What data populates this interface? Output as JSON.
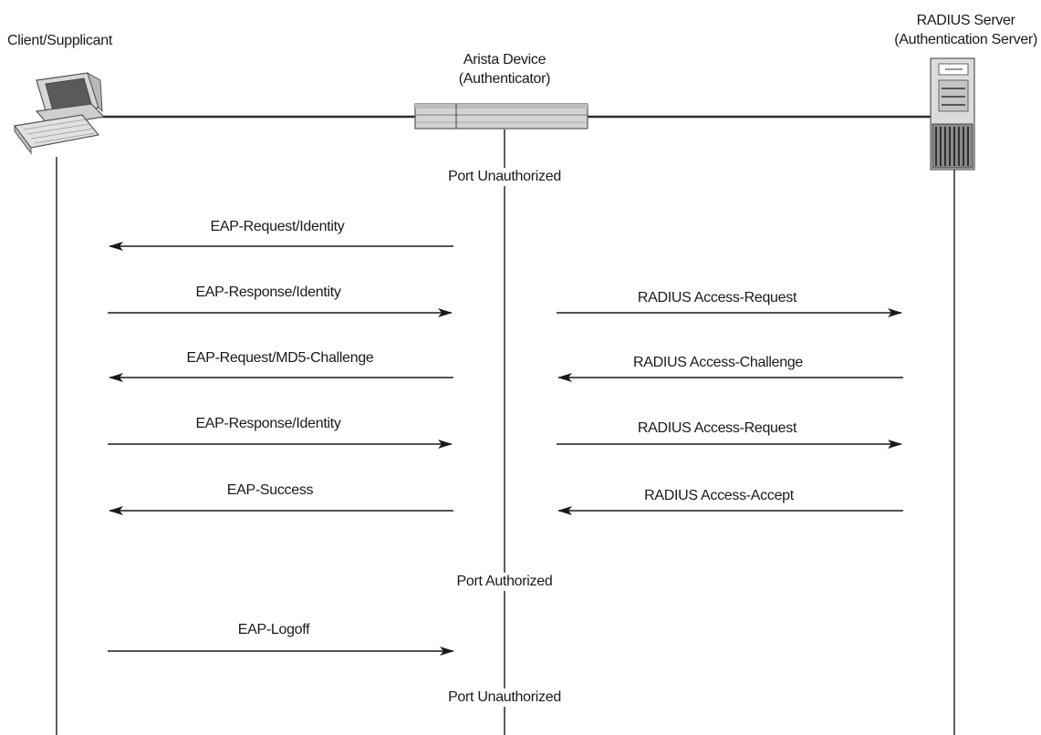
{
  "entities": {
    "client": {
      "name": "Client/Supplicant"
    },
    "authenticator": {
      "name": "Arista Device",
      "role": "(Authenticator)"
    },
    "server": {
      "name": "RADIUS Server",
      "role": "(Authentication Server)"
    }
  },
  "states": {
    "port_unauthorized_1": "Port Unauthorized",
    "port_authorized": "Port Authorized",
    "port_unauthorized_2": "Port Unauthorized"
  },
  "client_messages": [
    {
      "label": "EAP-Request/Identity",
      "direction": "to-client"
    },
    {
      "label": "EAP-Response/Identity",
      "direction": "to-authenticator"
    },
    {
      "label": "EAP-Request/MD5-Challenge",
      "direction": "to-client"
    },
    {
      "label": "EAP-Response/Identity",
      "direction": "to-authenticator"
    },
    {
      "label": "EAP-Success",
      "direction": "to-client"
    },
    {
      "label": "EAP-Logoff",
      "direction": "to-authenticator"
    }
  ],
  "server_messages": [
    {
      "label": "RADIUS Access-Request",
      "direction": "to-server"
    },
    {
      "label": "RADIUS Access-Challenge",
      "direction": "to-authenticator"
    },
    {
      "label": "RADIUS Access-Request",
      "direction": "to-server"
    },
    {
      "label": "RADIUS Access-Accept",
      "direction": "to-authenticator"
    }
  ]
}
